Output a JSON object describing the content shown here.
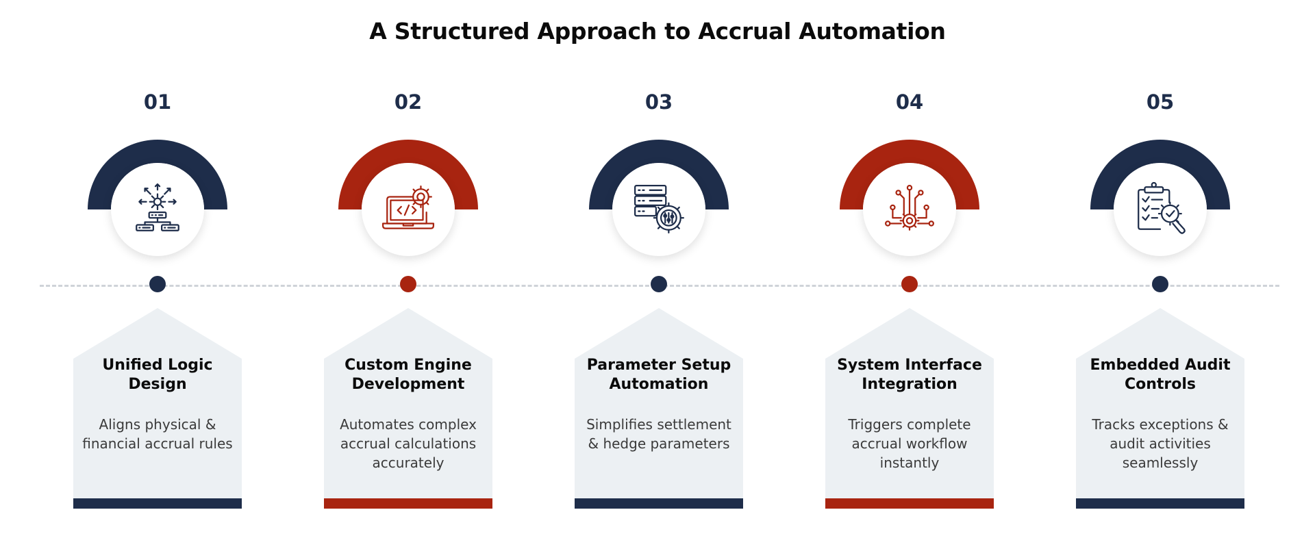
{
  "title": "A Structured Approach to Accrual Automation",
  "colors": {
    "navy": "#1e2d4a",
    "red": "#a82410",
    "card_bg": "#ecf0f3",
    "timeline": "#cfd3d8"
  },
  "steps": [
    {
      "number": "01",
      "title": "Unified Logic Design",
      "description": "Aligns physical & financial accrual rules",
      "color": "navy",
      "icon": "logic-network-icon"
    },
    {
      "number": "02",
      "title": "Custom Engine Development",
      "description": "Automates complex accrual calculations accurately",
      "color": "red",
      "icon": "laptop-code-gear-icon"
    },
    {
      "number": "03",
      "title": "Parameter Setup Automation",
      "description": "Simplifies settlement & hedge parameters",
      "color": "navy",
      "icon": "server-settings-icon"
    },
    {
      "number": "04",
      "title": "System Interface Integration",
      "description": "Triggers complete accrual workflow instantly",
      "color": "red",
      "icon": "circuit-gear-icon"
    },
    {
      "number": "05",
      "title": "Embedded Audit Controls",
      "description": "Tracks exceptions & audit activities seamlessly",
      "color": "navy",
      "icon": "clipboard-audit-icon"
    }
  ]
}
